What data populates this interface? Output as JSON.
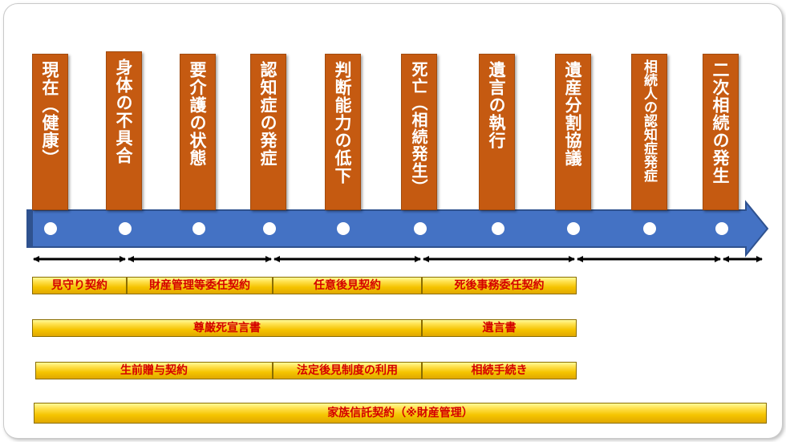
{
  "stages": [
    {
      "label": "現在（健康）"
    },
    {
      "label": "身体の不具合"
    },
    {
      "label": "要介護の状態"
    },
    {
      "label": "認知症の発症"
    },
    {
      "label": "判断能力の低下"
    },
    {
      "label": "死亡（相続発生）"
    },
    {
      "label": "遺言の執行"
    },
    {
      "label": "遺産分割協議"
    },
    {
      "label": "相続人の認知症発症"
    },
    {
      "label": "二次相続の発生"
    }
  ],
  "rows": [
    [
      "見守り契約",
      "財産管理等委任契約",
      "任意後見契約",
      "死後事務委任契約"
    ],
    [
      "尊厳死宣言書",
      "遺言書"
    ],
    [
      "生前贈与契約",
      "法定後見制度の利用",
      "相続手続き"
    ],
    [
      "家族信託契約（※財産管理）"
    ]
  ],
  "colors": {
    "stage_fill": "#c55a11",
    "timeline_arrow": "#4472c4",
    "bar_text": "#d40000",
    "bar_gold": "#f5c400"
  }
}
